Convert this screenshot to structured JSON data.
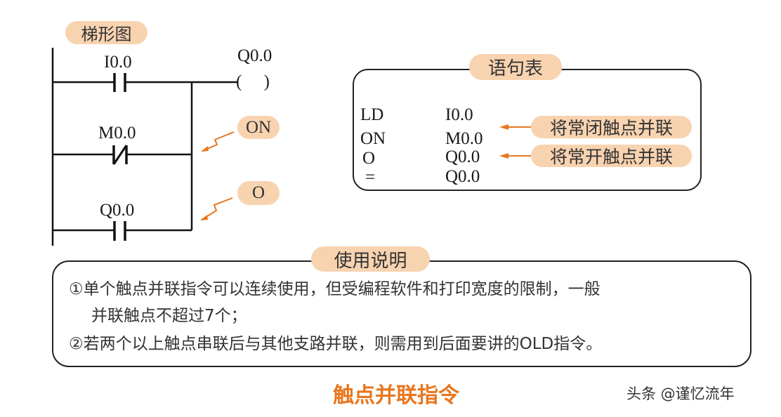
{
  "ladder": {
    "badge": "梯形图",
    "contact1": "I0.0",
    "coil": "Q0.0",
    "coil_symbol": "(     )",
    "contact2": "M0.0",
    "contact3": "Q0.0",
    "callout_on": "ON",
    "callout_o": "O"
  },
  "statement_list": {
    "badge": "语句表",
    "rows": [
      {
        "op": "LD",
        "operand": "I0.0"
      },
      {
        "op": "ON",
        "operand": "M0.0"
      },
      {
        "op": "O",
        "operand": "Q0.0"
      },
      {
        "op": "=",
        "operand": "Q0.0"
      }
    ],
    "note_nc": "将常闭触点并联",
    "note_no": "将常开触点并联"
  },
  "usage": {
    "badge": "使用说明",
    "line1": "①单个触点并联指令可以连续使用，但受编程软件和打印宽度的限制，一般",
    "line2": "并联触点不超过7个；",
    "line3": "②若两个以上触点串联后与其他支路并联，则需用到后面要讲的OLD指令。"
  },
  "title": "触点并联指令",
  "watermark": "头条 @谨忆流年",
  "colors": {
    "accent": "#e8761e",
    "badge": "#f8d3b0"
  }
}
